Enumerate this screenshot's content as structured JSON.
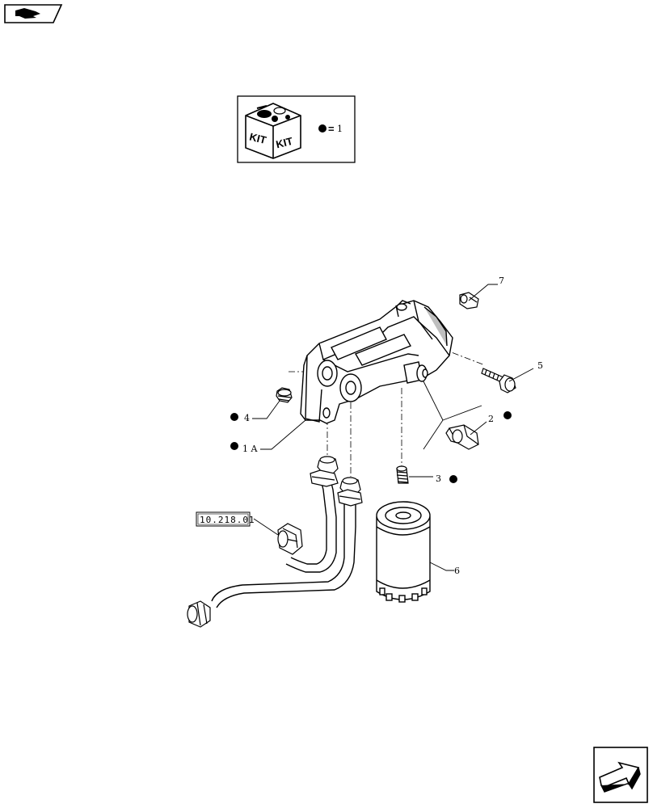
{
  "kit_box": {
    "kit_label_left": "KIT",
    "kit_label_right": "KIT",
    "legend_equals": "=",
    "legend_value": "1"
  },
  "callouts": {
    "item_1a": "1 A",
    "item_2": "2",
    "item_3": "3",
    "item_4": "4",
    "item_5": "5",
    "item_6": "6",
    "item_7": "7"
  },
  "reference": {
    "ref_code": "10.218.01"
  },
  "colors": {
    "line": "#000000",
    "background": "#ffffff",
    "shade": "#bfbfbf"
  },
  "icons": {
    "top_left_nav": "back-arrow-icon",
    "bottom_right_nav": "forward-arrow-icon",
    "kit": "kit-box-icon",
    "kit_marker": "kit-dot-icon"
  }
}
